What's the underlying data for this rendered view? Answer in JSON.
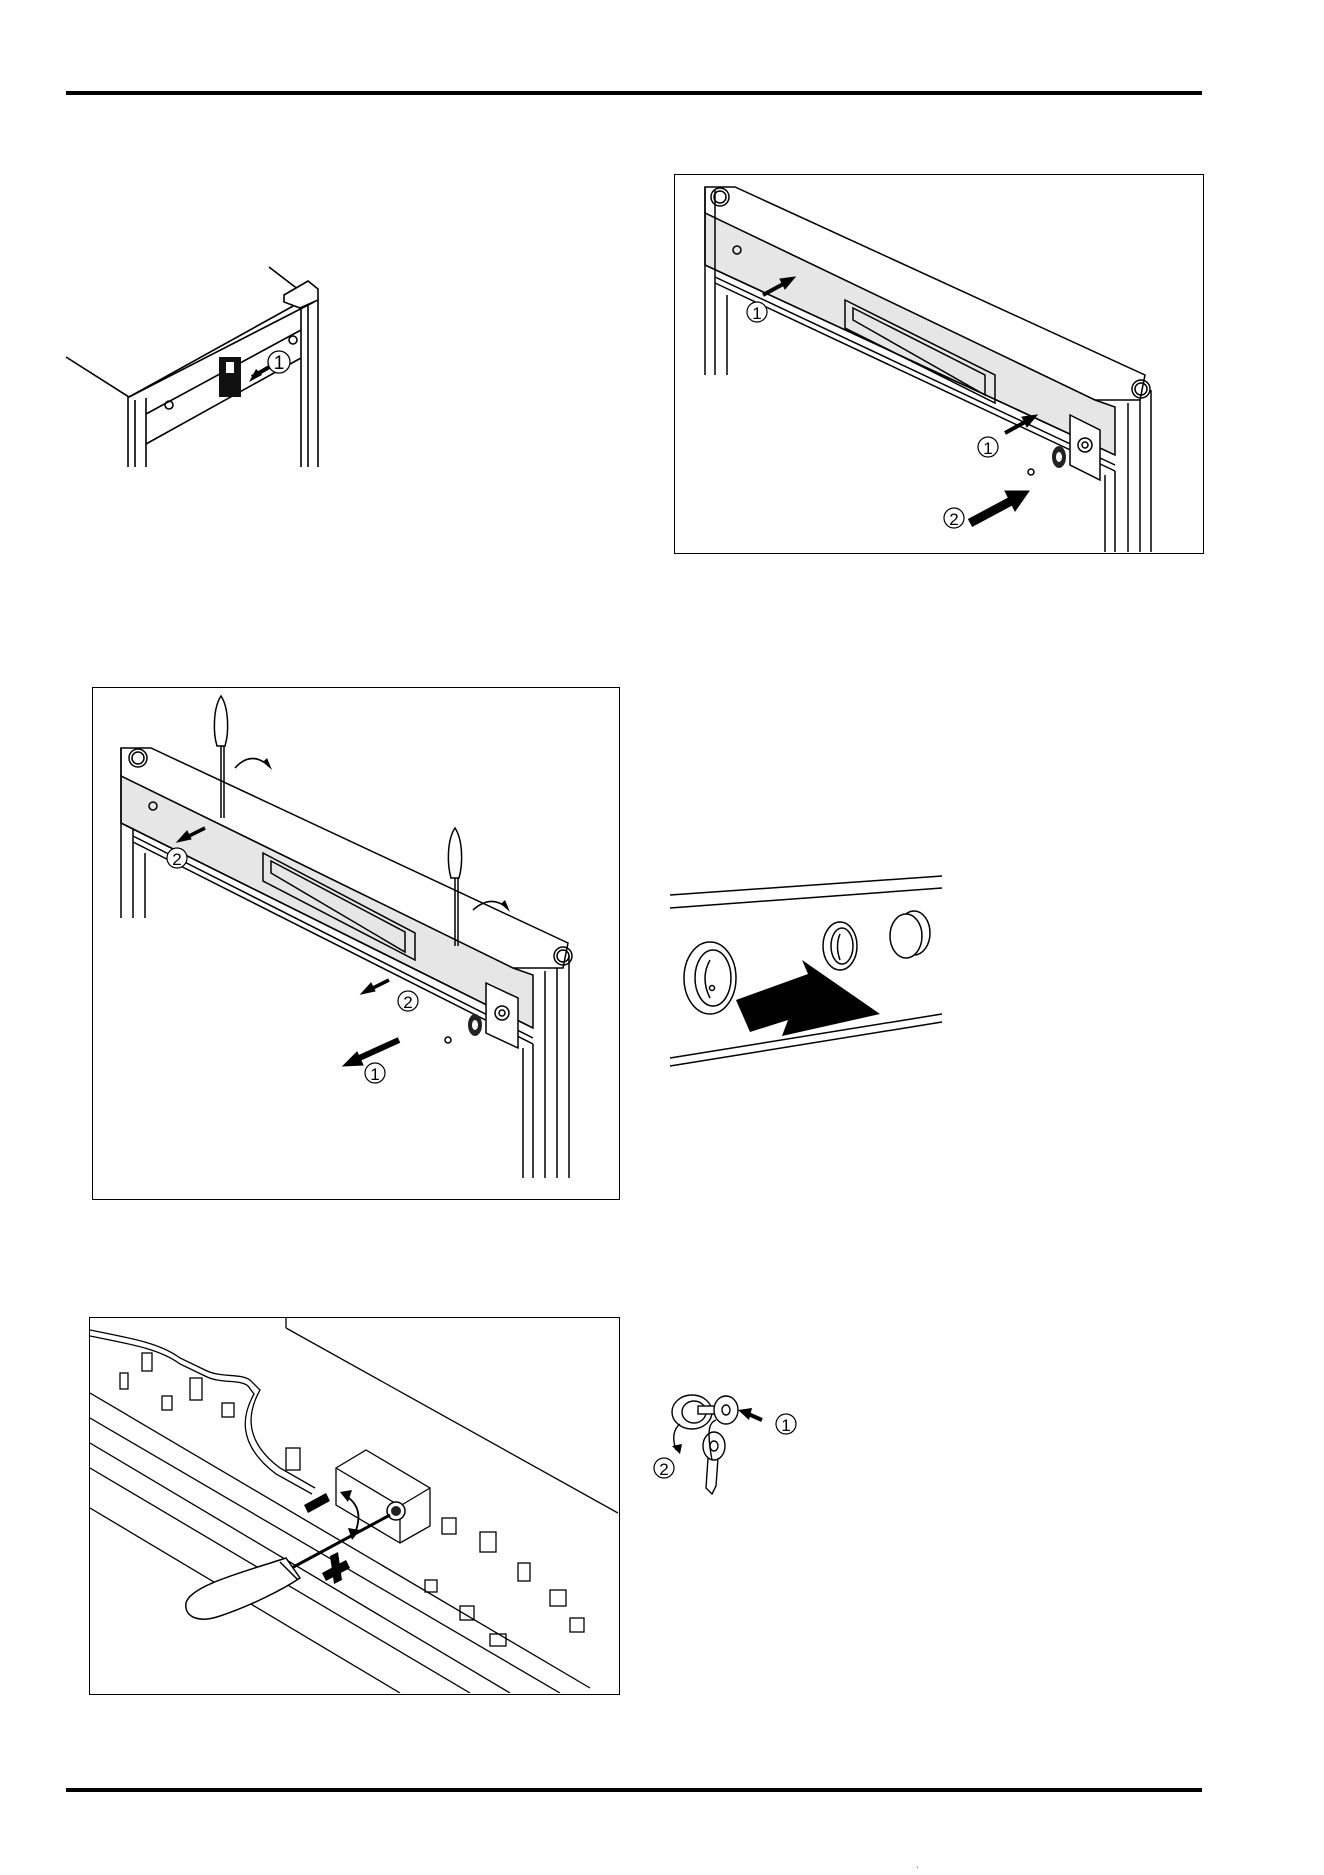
{
  "callouts": {
    "one": "1",
    "two": "2"
  },
  "figures": [
    {
      "id": "fig-a",
      "callouts": [
        "1"
      ]
    },
    {
      "id": "fig-b",
      "callouts": [
        "1",
        "1",
        "2"
      ]
    },
    {
      "id": "fig-c",
      "callouts": [
        "2",
        "2",
        "1"
      ]
    },
    {
      "id": "fig-d",
      "callouts": []
    },
    {
      "id": "fig-e",
      "callouts": []
    },
    {
      "id": "fig-f",
      "callouts": [
        "2",
        "1"
      ]
    }
  ],
  "icons": {
    "fig-e": [
      "minus-sign-icon",
      "plus-sign-icon"
    ],
    "fig-f": [
      "key-icon"
    ]
  },
  "colors": {
    "line": "#000000",
    "panel_fill": "#e6e6e6",
    "background": "#ffffff"
  },
  "bottom_mark": "ˋ"
}
